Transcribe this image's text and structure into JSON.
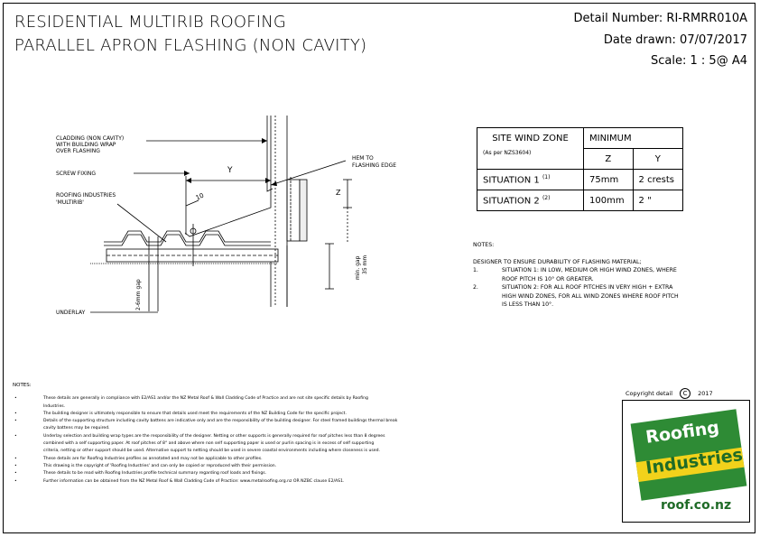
{
  "title": {
    "line1": "RESIDENTIAL MULTIRIB ROOFING",
    "line2": "PARALLEL APRON FLASHING (NON CAVITY)"
  },
  "meta": {
    "detail_number": "Detail Number:  RI-RMRR010A",
    "date_drawn": "Date drawn:  07/07/2017",
    "scale": "Scale:   1 : 5@ A4"
  },
  "drawing": {
    "labels": {
      "cladding": "CLADDING (NON CAVITY)",
      "wrap": "WITH BUILDING WRAP",
      "over": "OVER FLASHING",
      "screw": "SCREW FIXING",
      "roofing": "ROOFING INDUSTRIES",
      "multirib": "'MULTIRIB'",
      "underlay": "UNDERLAY",
      "hem1": "HEM TO",
      "hem2": "FLASHING EDGE",
      "dim_y": "Y",
      "dim_10": "10",
      "dim_z": "Z",
      "gap_min1": "min. gap",
      "gap_min2": "35 mm",
      "gap_2_6": "2-6mm gap"
    }
  },
  "wind_table": {
    "header_zone": "SITE WIND ZONE",
    "header_ref": "(As per NZS3604)",
    "header_min": "MINIMUM",
    "col_z": "Z",
    "col_y": "Y",
    "rows": [
      {
        "label": "SITUATION 1",
        "sup": "(1)",
        "z": "75mm",
        "y": "2 crests"
      },
      {
        "label": "SITUATION 2",
        "sup": "(2)",
        "z": "100mm",
        "y": "2   \""
      }
    ]
  },
  "right_notes": {
    "heading": "NOTES:",
    "intro": "DESIGNER TO ENSURE DURABILITY OF FLASHING MATERIAL;",
    "items": [
      {
        "num": "1.",
        "lines": [
          "SITUATION 1: IN LOW, MEDIUM OR HIGH WIND ZONES, WHERE",
          "ROOF PITCH IS 10° OR GREATER."
        ]
      },
      {
        "num": "2.",
        "lines": [
          "SITUATION 2: FOR ALL ROOF PITCHES IN VERY HIGH + EXTRA",
          "HIGH WIND ZONES, FOR ALL WIND ZONES WHERE ROOF PITCH",
          "IS LESS THAN 10°."
        ]
      }
    ]
  },
  "bottom_notes": {
    "heading": "NOTES:",
    "bullets": [
      {
        "bullet": "•",
        "text": "These details are generally in compliance with E2/AS1 and/or the NZ Metal Roof & Wall Cladding Code of Practice and are not site specific details by Roofing"
      },
      {
        "bullet": "",
        "text": "Industries."
      },
      {
        "bullet": "•",
        "text": "The building designer is ultimately responsible to ensure that details used meet the requirements of the NZ Building Code for the specific project."
      },
      {
        "bullet": "•",
        "text": "Details of the supporting structure including cavity battens are indicative only and are the responsibility of the building designer. For steel framed buildings thermal break"
      },
      {
        "bullet": "",
        "text": "cavity battens may be required."
      },
      {
        "bullet": "•",
        "text": "Underlay selection and building wrap types are the responsibility of the designer. Netting or other supports is generally required for roof pitches less than 8 degrees"
      },
      {
        "bullet": "",
        "text": "combined with a self supporting paper. At roof pitches of 8° and above where non self supporting paper is used or purlin spacing is in excess of self supporting"
      },
      {
        "bullet": "",
        "text": "criteria, netting or other support should be used. Alternative support to netting should be used in severe coastal environments including where closeness is used."
      },
      {
        "bullet": "•",
        "text": "These details are for Roofing Industries profiles as annotated and may not be applicable to other profiles."
      },
      {
        "bullet": "•",
        "text": "This drawing is the copyright of 'Roofing Industries' and can only be copied or reproduced with their permission."
      },
      {
        "bullet": "•",
        "text": "These details to be read with Roofing Industries profile technical summary regarding roof loads and fixings."
      },
      {
        "bullet": "•",
        "text": "Further information can be obtained from the NZ Metal Roof & Wall Cladding Code of Practice: www.metalroofing.org.nz OR NZBC clause E2/AS1."
      }
    ]
  },
  "copyright": {
    "label": "Copyright detail",
    "symbol": "C",
    "year": "2017"
  },
  "logo": {
    "line1": "Roofing",
    "line2": "Industries",
    "url": "roof.co.nz",
    "green": "#2e8b35",
    "dark_green": "#1f6b27",
    "yellow": "#f2d21b"
  }
}
